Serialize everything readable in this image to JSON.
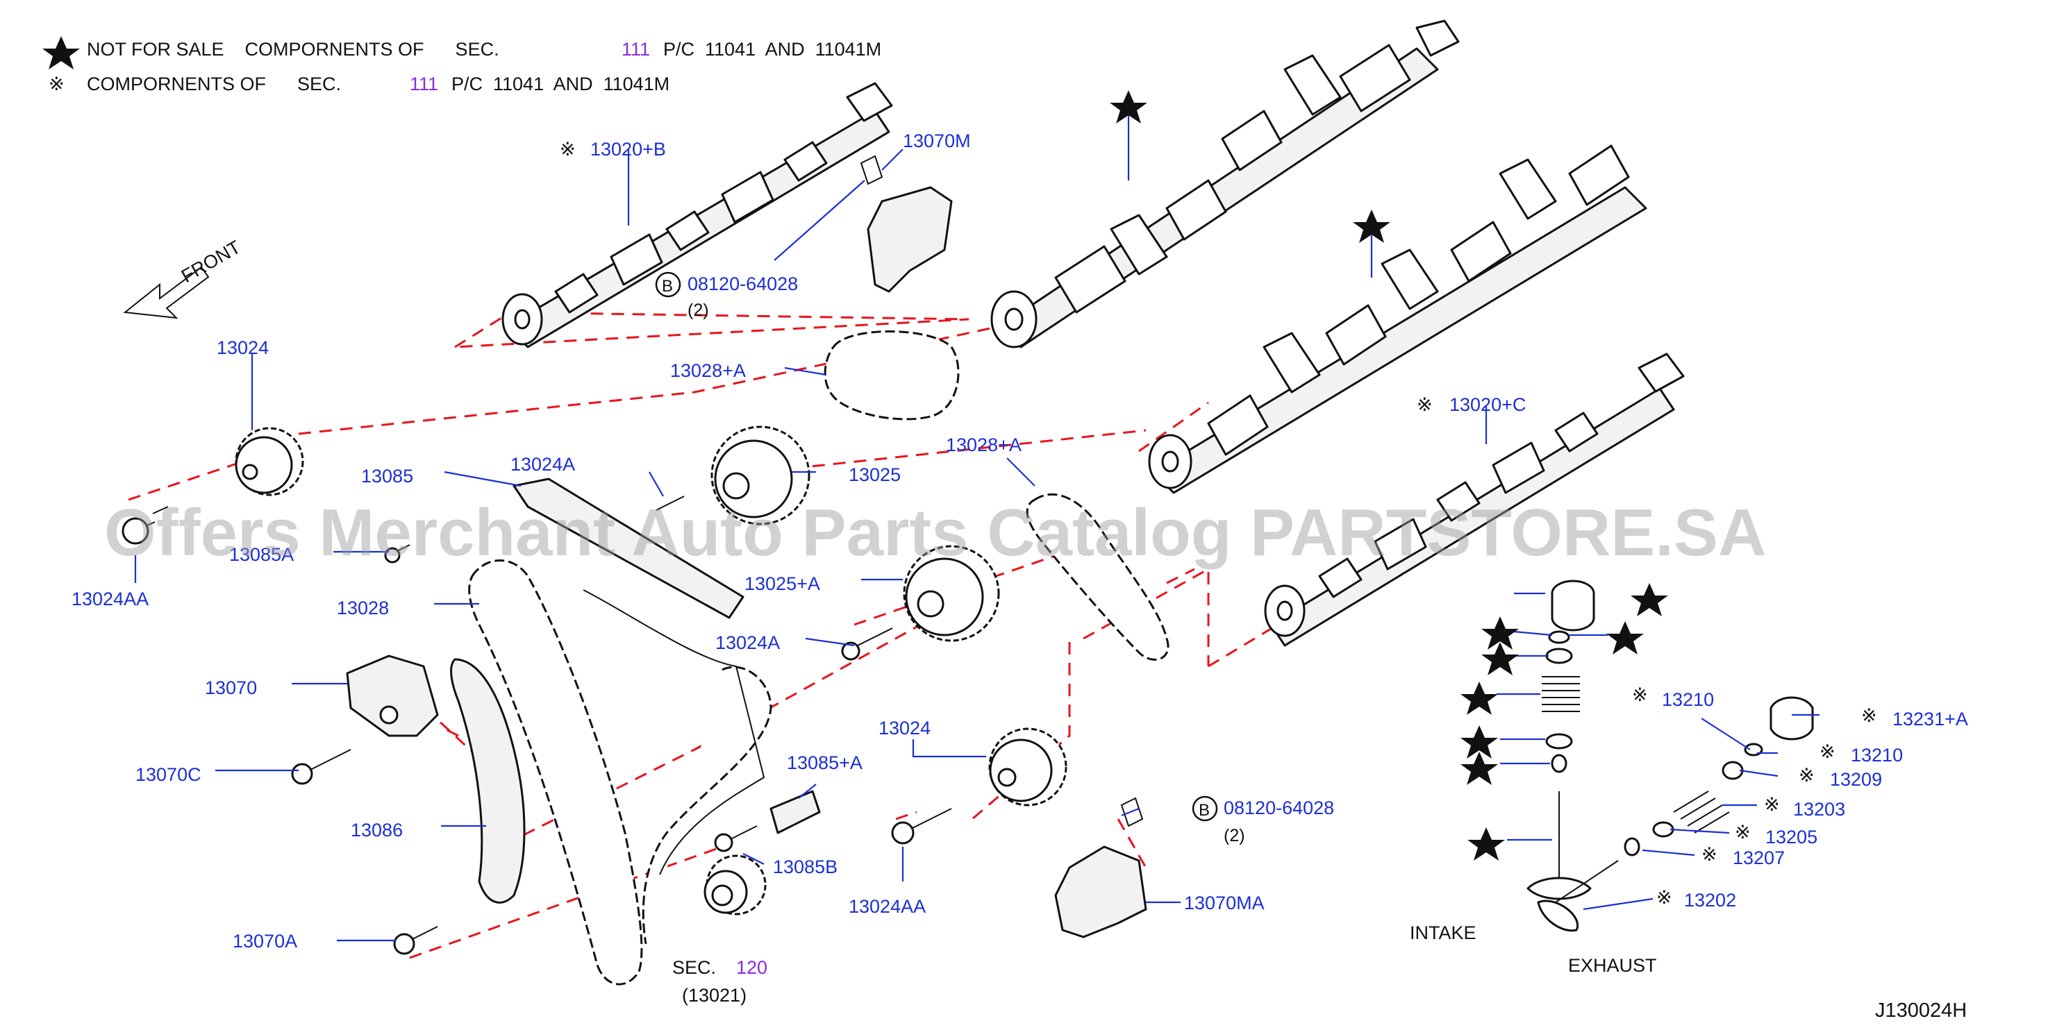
{
  "legend": {
    "line1": {
      "marker": "star",
      "text": "NOT FOR SALE    COMPORNENTS OF      SEC.",
      "sec_number": "111",
      "tail": "P/C  11041  AND  11041M"
    },
    "line2": {
      "marker": "reference-mark",
      "text": "COMPORNENTS OF      SEC.",
      "sec_number": "111",
      "tail": "P/C  11041  AND  11041M"
    }
  },
  "front_label": "FRONT",
  "watermark": "Offers Merchant Auto Parts Catalog PARTSTORE.SA",
  "labels": {
    "p13020B": "13020+B",
    "p13070M": "13070M",
    "p08120_top": "08120-64028",
    "p08120_top_qty": "(2)",
    "p13024_top": "13024",
    "p13028A_top": "13028+A",
    "p13085": "13085",
    "p13024A_top": "13024A",
    "p13025": "13025",
    "p13028A_mid": "13028+A",
    "p13020C": "13020+C",
    "p13085A": "13085A",
    "p13024AA_left": "13024AA",
    "p13028": "13028",
    "p13025A": "13025+A",
    "p13024A_mid": "13024A",
    "p13070": "13070",
    "p13070C": "13070C",
    "p13024_mid": "13024",
    "p13085pA": "13085+A",
    "p13086": "13086",
    "p13085B": "13085B",
    "p08120_bot": "08120-64028",
    "p08120_bot_qty": "(2)",
    "p13024AA_bot": "13024AA",
    "p13070MA": "13070MA",
    "p13070A": "13070A",
    "sec120_prefix": "SEC.",
    "sec120_number": "120",
    "sec120_sub": "(13021)",
    "p13210_a": "13210",
    "p13231A": "13231+A",
    "p13210_b": "13210",
    "p13209": "13209",
    "p13203": "13203",
    "p13205": "13205",
    "p13207": "13207",
    "p13202": "13202",
    "intake": "INTAKE",
    "exhaust": "EXHAUST",
    "bolt_marker": "B",
    "diagram_code": "J130024H"
  },
  "marks": {
    "star": "★",
    "ref": "※"
  },
  "colors": {
    "label_blue": "#1a2fd6",
    "section_purple": "#8a2be2",
    "dashed_red": "#e8141b",
    "line_black": "#111111",
    "watermark_gray": "#9a9a9a"
  }
}
